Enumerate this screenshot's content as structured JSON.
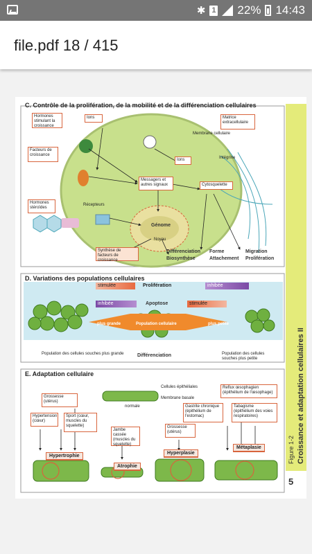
{
  "status_bar": {
    "battery": "22%",
    "time": "14:43",
    "sim_slot": "1"
  },
  "app_bar": {
    "title": "file.pdf 18 / 415"
  },
  "document": {
    "figure_label": "Figure 1-2 Croissance et adaptation cellulaires II",
    "figure_label_prefix": "Figure 1-2",
    "figure_label_main": "Croissance et adaptation cellulaires II",
    "page_number": "5",
    "section_c": {
      "title": "C. Contrôle de la prolifération, de la mobilité et de la différenciation cellulaires",
      "labels": {
        "hormones": "Hormones stimulant la croissance",
        "ions_top": "Ions",
        "facteurs": "Facteurs de croissance",
        "membrane": "Membrane cellulaire",
        "matrice": "Matrice extracellulaire",
        "ions_mid": "Ions",
        "integrine": "Intégrine",
        "messagers": "Messagers et autres signaux",
        "cytosquelette": "Cytosquelette",
        "hormones_ster": "Hormones stéroïdes",
        "recepteurs": "Récepteurs",
        "genome": "Génome",
        "noyau": "Noyau",
        "synthese": "Synthèse de facteurs de croissance",
        "differenciation": "Différenciation",
        "biosynthese": "Biosynthèse",
        "forme": "Forme",
        "attachement": "Attachement",
        "migration": "Migration",
        "proliferation": "Prolifération"
      }
    },
    "section_d": {
      "title": "D. Variations des populations cellulaires",
      "labels": {
        "stimulee": "stimulée",
        "proliferation": "Prolifération",
        "inhibee": "inhibée",
        "inhibee2": "inhibée",
        "apoptose": "Apoptose",
        "stimulee2": "stimulée",
        "plus_grande": "plus grande",
        "population": "Population cellulaire",
        "plus_petite": "plus petite",
        "differenciation": "Différenciation",
        "pop_grande": "Population des cellules souches plus grande",
        "pop_petite": "Population des cellules souches plus petite"
      }
    },
    "section_e": {
      "title": "E. Adaptation cellulaire",
      "labels": {
        "grossesse": "Grossesse (utérus)",
        "hypertension": "Hypertension (cœur)",
        "sport": "Sport (cœur, muscles du squelette)",
        "cellules": "Cellules épithéliales",
        "membrane": "Membrane basale",
        "normale": "normale",
        "reflux": "Reflux œsophagien (épithélium de l'œsophage)",
        "gastrite": "Gastrite chronique (épithélium de l'estomac)",
        "tabagisme": "Tabagisme (épithélium des voies respiratoires)",
        "jambe": "Jambe cassée (muscles du squelette)",
        "grossesse2": "Grossesse (utérus)",
        "hypertrophie": "Hypertrophie",
        "atrophie": "Atrophie",
        "hyperplasie": "Hyperplasie",
        "metaplasie": "Métaplasie"
      }
    }
  }
}
